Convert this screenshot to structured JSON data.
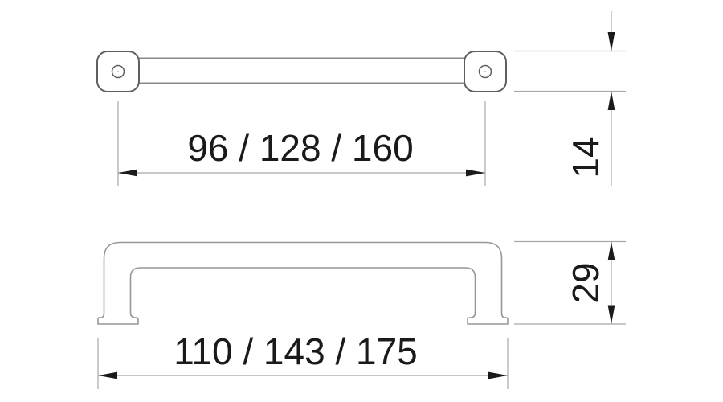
{
  "top_view": {
    "dim_hole_spacing": "96 / 128 / 160",
    "dim_plate_depth": "14"
  },
  "front_view": {
    "dim_overall_width": "110 / 143 / 175",
    "dim_height": "29"
  },
  "colors": {
    "background": "#ffffff",
    "plate_outline": "#5f5f5f",
    "bar_line": "#8a8a8a",
    "handle_outline": "#979797",
    "dimension_line": "#a8a8a8",
    "text_and_arrows": "#1a1a1a"
  }
}
